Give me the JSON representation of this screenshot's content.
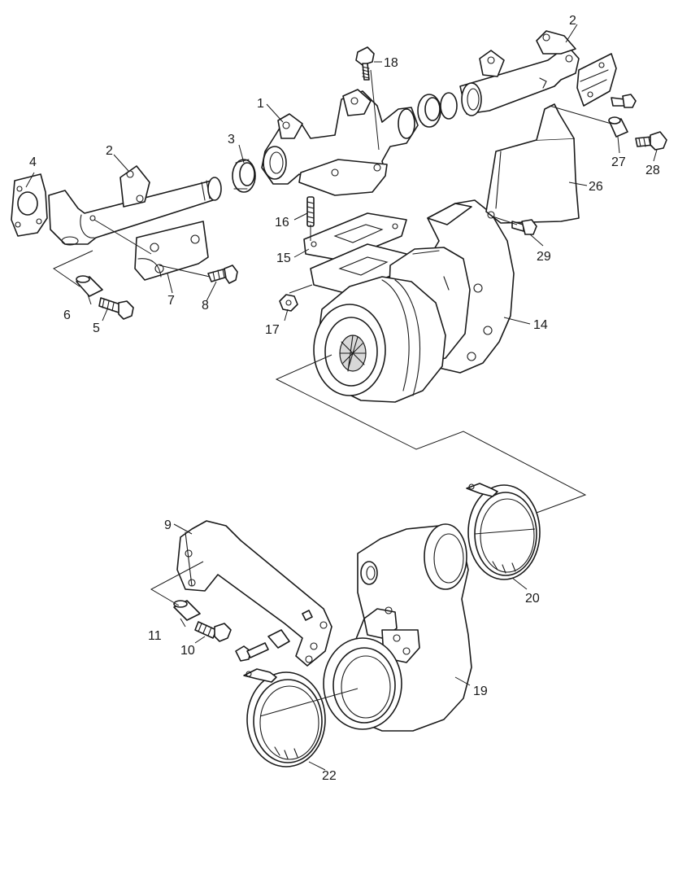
{
  "callouts": [
    {
      "id": "c1",
      "text": "1"
    },
    {
      "id": "c2a",
      "text": "2"
    },
    {
      "id": "c2b",
      "text": "2"
    },
    {
      "id": "c3",
      "text": "3"
    },
    {
      "id": "c4",
      "text": "4"
    },
    {
      "id": "c5",
      "text": "5"
    },
    {
      "id": "c6",
      "text": "6"
    },
    {
      "id": "c7",
      "text": "7"
    },
    {
      "id": "c8",
      "text": "8"
    },
    {
      "id": "c9",
      "text": "9"
    },
    {
      "id": "c10",
      "text": "10"
    },
    {
      "id": "c11",
      "text": "11"
    },
    {
      "id": "c14",
      "text": "14"
    },
    {
      "id": "c15",
      "text": "15"
    },
    {
      "id": "c16",
      "text": "16"
    },
    {
      "id": "c17",
      "text": "17"
    },
    {
      "id": "c18",
      "text": "18"
    },
    {
      "id": "c19",
      "text": "19"
    },
    {
      "id": "c20",
      "text": "20"
    },
    {
      "id": "c22",
      "text": "22"
    },
    {
      "id": "c26",
      "text": "26"
    },
    {
      "id": "c27",
      "text": "27"
    },
    {
      "id": "c28",
      "text": "28"
    },
    {
      "id": "c29",
      "text": "29"
    }
  ],
  "parts": [
    {
      "id": "exhaust-manifold-center",
      "callout": "1"
    },
    {
      "id": "exhaust-manifold-end",
      "callout": "2"
    },
    {
      "id": "sealing-ring",
      "callout": "3"
    },
    {
      "id": "gasket",
      "callout": "4"
    },
    {
      "id": "flange-screw",
      "callout": "5"
    },
    {
      "id": "spacer-sleeve",
      "callout": "6"
    },
    {
      "id": "heat-shield-plate",
      "callout": "7"
    },
    {
      "id": "heat-shield-screw",
      "callout": "8"
    },
    {
      "id": "support-bracket",
      "callout": "9"
    },
    {
      "id": "bracket-screw",
      "callout": "10"
    },
    {
      "id": "bracket-spacer",
      "callout": "11"
    },
    {
      "id": "turbocharger",
      "callout": "14"
    },
    {
      "id": "turbo-gasket",
      "callout": "15"
    },
    {
      "id": "stud",
      "callout": "16"
    },
    {
      "id": "flange-nut",
      "callout": "17"
    },
    {
      "id": "manifold-screw",
      "callout": "18"
    },
    {
      "id": "exhaust-elbow",
      "callout": "19"
    },
    {
      "id": "v-band-clamp-upper",
      "callout": "20"
    },
    {
      "id": "v-band-clamp-lower",
      "callout": "22"
    },
    {
      "id": "rear-heat-shield",
      "callout": "26"
    },
    {
      "id": "rear-spacer",
      "callout": "27"
    },
    {
      "id": "rear-screw",
      "callout": "28"
    },
    {
      "id": "shield-screw",
      "callout": "29"
    }
  ]
}
